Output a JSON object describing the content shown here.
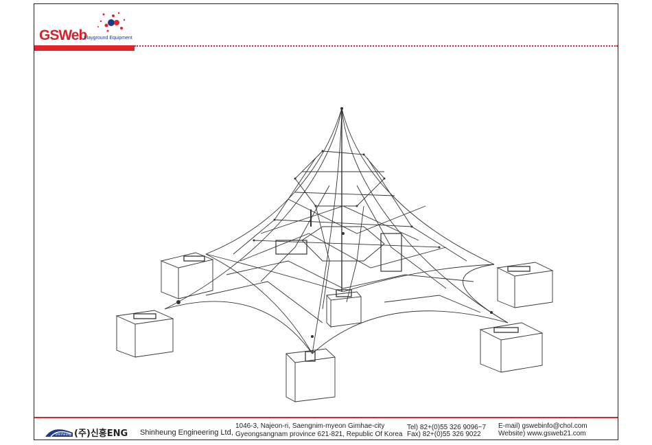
{
  "header": {
    "logo_text": "GSWeb",
    "logo_subtitle": "Playground Equipment",
    "brand_red": "#e2232a",
    "brand_blue": "#1d3a8a"
  },
  "footer": {
    "brand_logo_text": "Shinheung",
    "brand_name": "(주)신흥ENG",
    "company": "Shinheung Engineering Ltd,",
    "address_line1": "1046-3, Najeon-ri, Saengnim-myeon Gimhae-city",
    "address_line2": "Gyeongsangnam province 621-821, Republic Of Korea",
    "tel": "Tel) 82+(0)55 326 9096~7",
    "fax": "Fax) 82+(0)55 326 9022",
    "email": "E-mail) gswebinfo@chol.com",
    "website": "Website) www.gsweb21.com"
  },
  "drawing": {
    "icon": "rope-pyramid-net-drawing",
    "line_color": "#333333"
  }
}
